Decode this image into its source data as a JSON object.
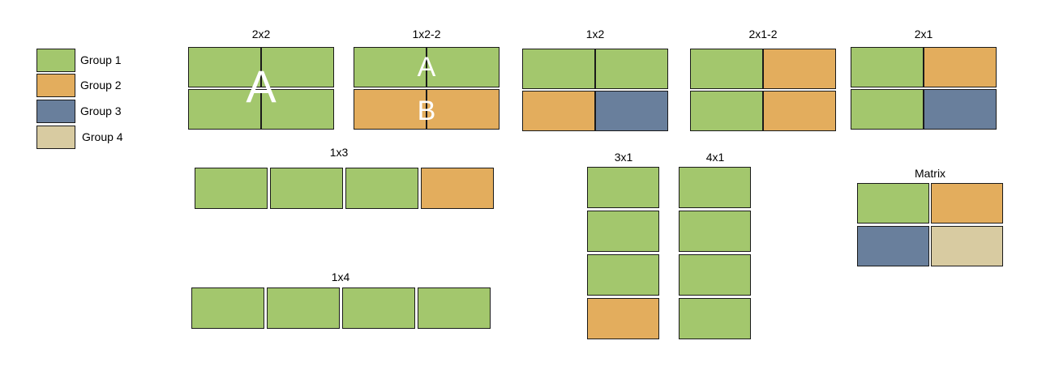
{
  "legend": {
    "items": [
      {
        "label": "Group 1",
        "color": "#a3c76d"
      },
      {
        "label": "Group 2",
        "color": "#e3ad5d"
      },
      {
        "label": "Group 3",
        "color": "#697f9c"
      },
      {
        "label": "Group 4",
        "color": "#d8cba1"
      }
    ]
  },
  "layouts": {
    "l2x2": {
      "title": "2x2",
      "letter": "A"
    },
    "l1x2_2": {
      "title": "1x2-2",
      "letter_a": "A",
      "letter_b": "B"
    },
    "l1x2": {
      "title": "1x2"
    },
    "l2x1_2": {
      "title": "2x1-2"
    },
    "l2x1": {
      "title": "2x1"
    },
    "l1x3": {
      "title": "1x3"
    },
    "l1x4": {
      "title": "1x4"
    },
    "l3x1": {
      "title": "3x1"
    },
    "l4x1": {
      "title": "4x1"
    },
    "matrix": {
      "title": "Matrix"
    }
  }
}
